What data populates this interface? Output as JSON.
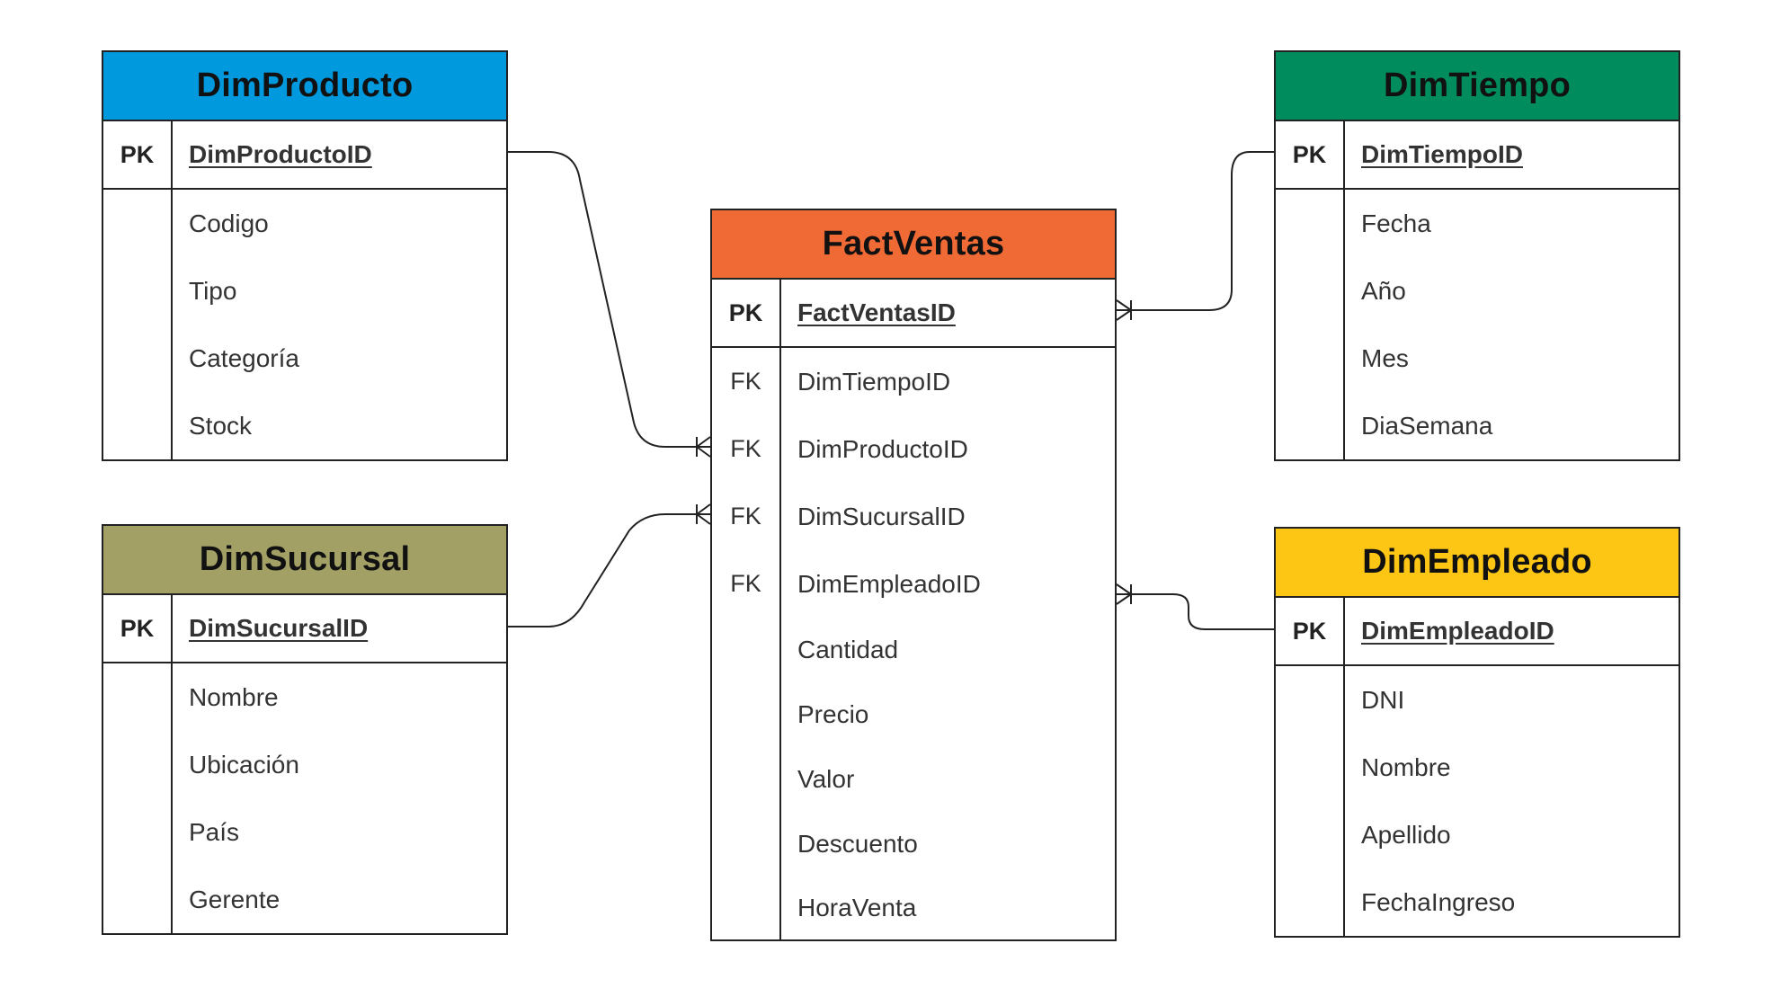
{
  "colors": {
    "dimproducto": "#0099dd",
    "dimsucursal": "#a3a065",
    "factventas": "#f06a36",
    "dimtiempo": "#008c5c",
    "dimempleado": "#fdc614"
  },
  "entities": {
    "dimproducto": {
      "title": "DimProducto",
      "pk": {
        "key": "PK",
        "name": "DimProductoID"
      },
      "fields": [
        "Codigo",
        "Tipo",
        "Categoría",
        "Stock"
      ]
    },
    "dimsucursal": {
      "title": "DimSucursal",
      "pk": {
        "key": "PK",
        "name": "DimSucursalID"
      },
      "fields": [
        "Nombre",
        "Ubicación",
        "País",
        "Gerente"
      ]
    },
    "factventas": {
      "title": "FactVentas",
      "pk": {
        "key": "PK",
        "name": "FactVentasID"
      },
      "fk_label": "FK",
      "fields": [
        "DimTiempoID",
        "DimProductoID",
        "DimSucursalID",
        "DimEmpleadoID",
        "Cantidad",
        "Precio",
        "Valor",
        "Descuento",
        "HoraVenta"
      ]
    },
    "dimtiempo": {
      "title": "DimTiempo",
      "pk": {
        "key": "PK",
        "name": "DimTiempoID"
      },
      "fields": [
        "Fecha",
        "Año",
        "Mes",
        "DiaSemana"
      ]
    },
    "dimempleado": {
      "title": "DimEmpleado",
      "pk": {
        "key": "PK",
        "name": "DimEmpleadoID"
      },
      "fields": [
        "DNI",
        "Nombre",
        "Apellido",
        "FechaIngreso"
      ]
    }
  },
  "relationships": [
    {
      "from": "DimProducto.DimProductoID",
      "to": "FactVentas.DimProductoID",
      "cardinality": "one-to-many"
    },
    {
      "from": "DimSucursal.DimSucursalID",
      "to": "FactVentas.DimSucursalID",
      "cardinality": "one-to-many"
    },
    {
      "from": "DimTiempo.DimTiempoID",
      "to": "FactVentas.FactVentasID",
      "cardinality": "one-to-many"
    },
    {
      "from": "DimEmpleado.DimEmpleadoID",
      "to": "FactVentas.DimEmpleadoID",
      "cardinality": "one-to-many"
    }
  ]
}
